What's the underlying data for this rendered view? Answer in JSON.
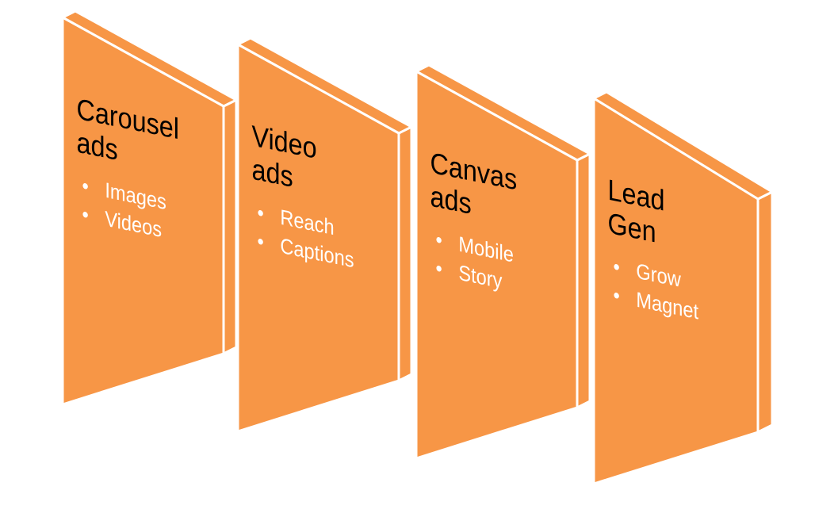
{
  "colors": {
    "face": "#F79646",
    "side": "#F79646",
    "edge": "#ffffff",
    "title_text": "#000000",
    "bullet_text": "#ffffff"
  },
  "panels": [
    {
      "title_lines": [
        "Carousel",
        "ads"
      ],
      "bullets": [
        "Images",
        "Videos"
      ]
    },
    {
      "title_lines": [
        "Video",
        "ads"
      ],
      "bullets": [
        "Reach",
        "Captions"
      ]
    },
    {
      "title_lines": [
        "Canvas",
        "ads"
      ],
      "bullets": [
        "Mobile",
        "Story"
      ]
    },
    {
      "title_lines": [
        "Lead",
        "Gen"
      ],
      "bullets": [
        "Grow",
        "Magnet"
      ]
    }
  ],
  "bullet_glyph": "•"
}
